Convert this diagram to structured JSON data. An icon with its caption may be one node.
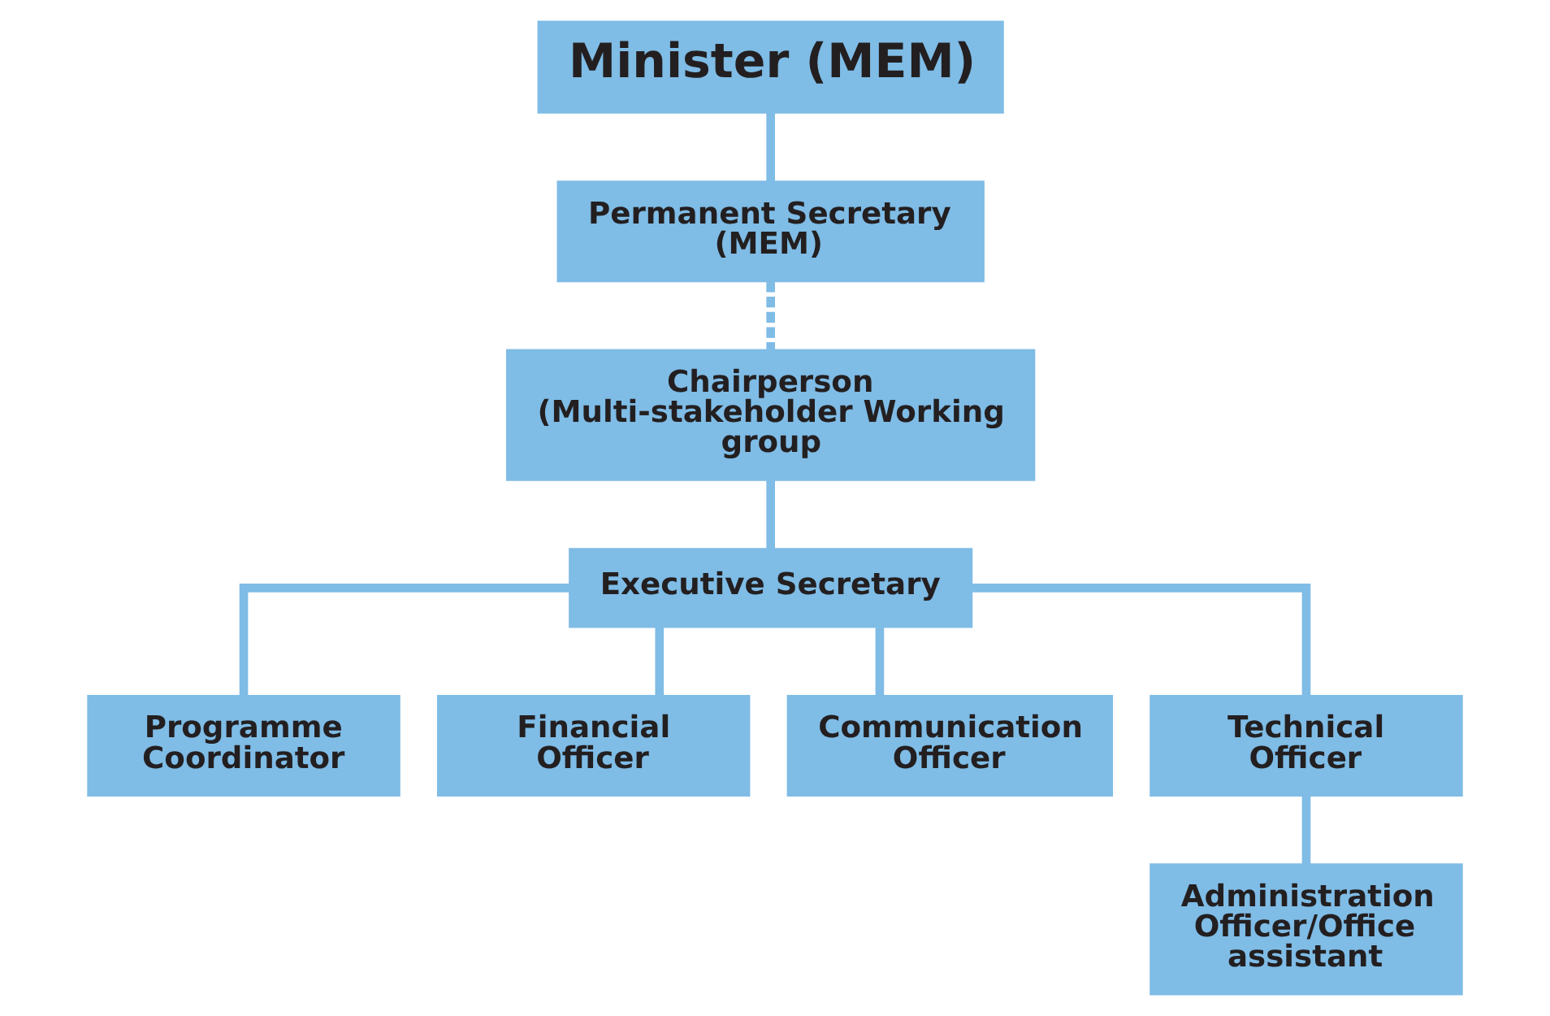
{
  "diagram": {
    "nodes": [
      {
        "text": [
          "Minister (MEM)"
        ]
      },
      {
        "text": [
          "Permanent Secretary (MEM)"
        ]
      },
      {
        "text": [
          "Chairperson (Multi-stakeholder Working group"
        ]
      },
      {
        "text": [
          "Executive Secretary"
        ]
      },
      {
        "text": [
          "Programme Coordinator"
        ]
      },
      {
        "text": [
          "Financial Officer"
        ]
      },
      {
        "text": [
          "Communication Officer"
        ]
      },
      {
        "text": [
          "Technical Officer"
        ]
      },
      {
        "text": [
          "Administration Officer/Office assistant"
        ]
      }
    ],
    "edges": [
      {
        "from": 0,
        "to": 1,
        "arrow": "none"
      },
      {
        "from": 1,
        "to": 2,
        "arrow": "none",
        "style": "dashed"
      },
      {
        "from": 2,
        "to": 3,
        "arrow": "none"
      },
      {
        "from": 3,
        "to": 4,
        "arrow": "none"
      },
      {
        "from": 3,
        "to": 5,
        "arrow": "none"
      },
      {
        "from": 3,
        "to": 6,
        "arrow": "none"
      },
      {
        "from": 3,
        "to": 7,
        "arrow": "none"
      },
      {
        "from": 7,
        "to": 8,
        "arrow": "none"
      }
    ]
  }
}
